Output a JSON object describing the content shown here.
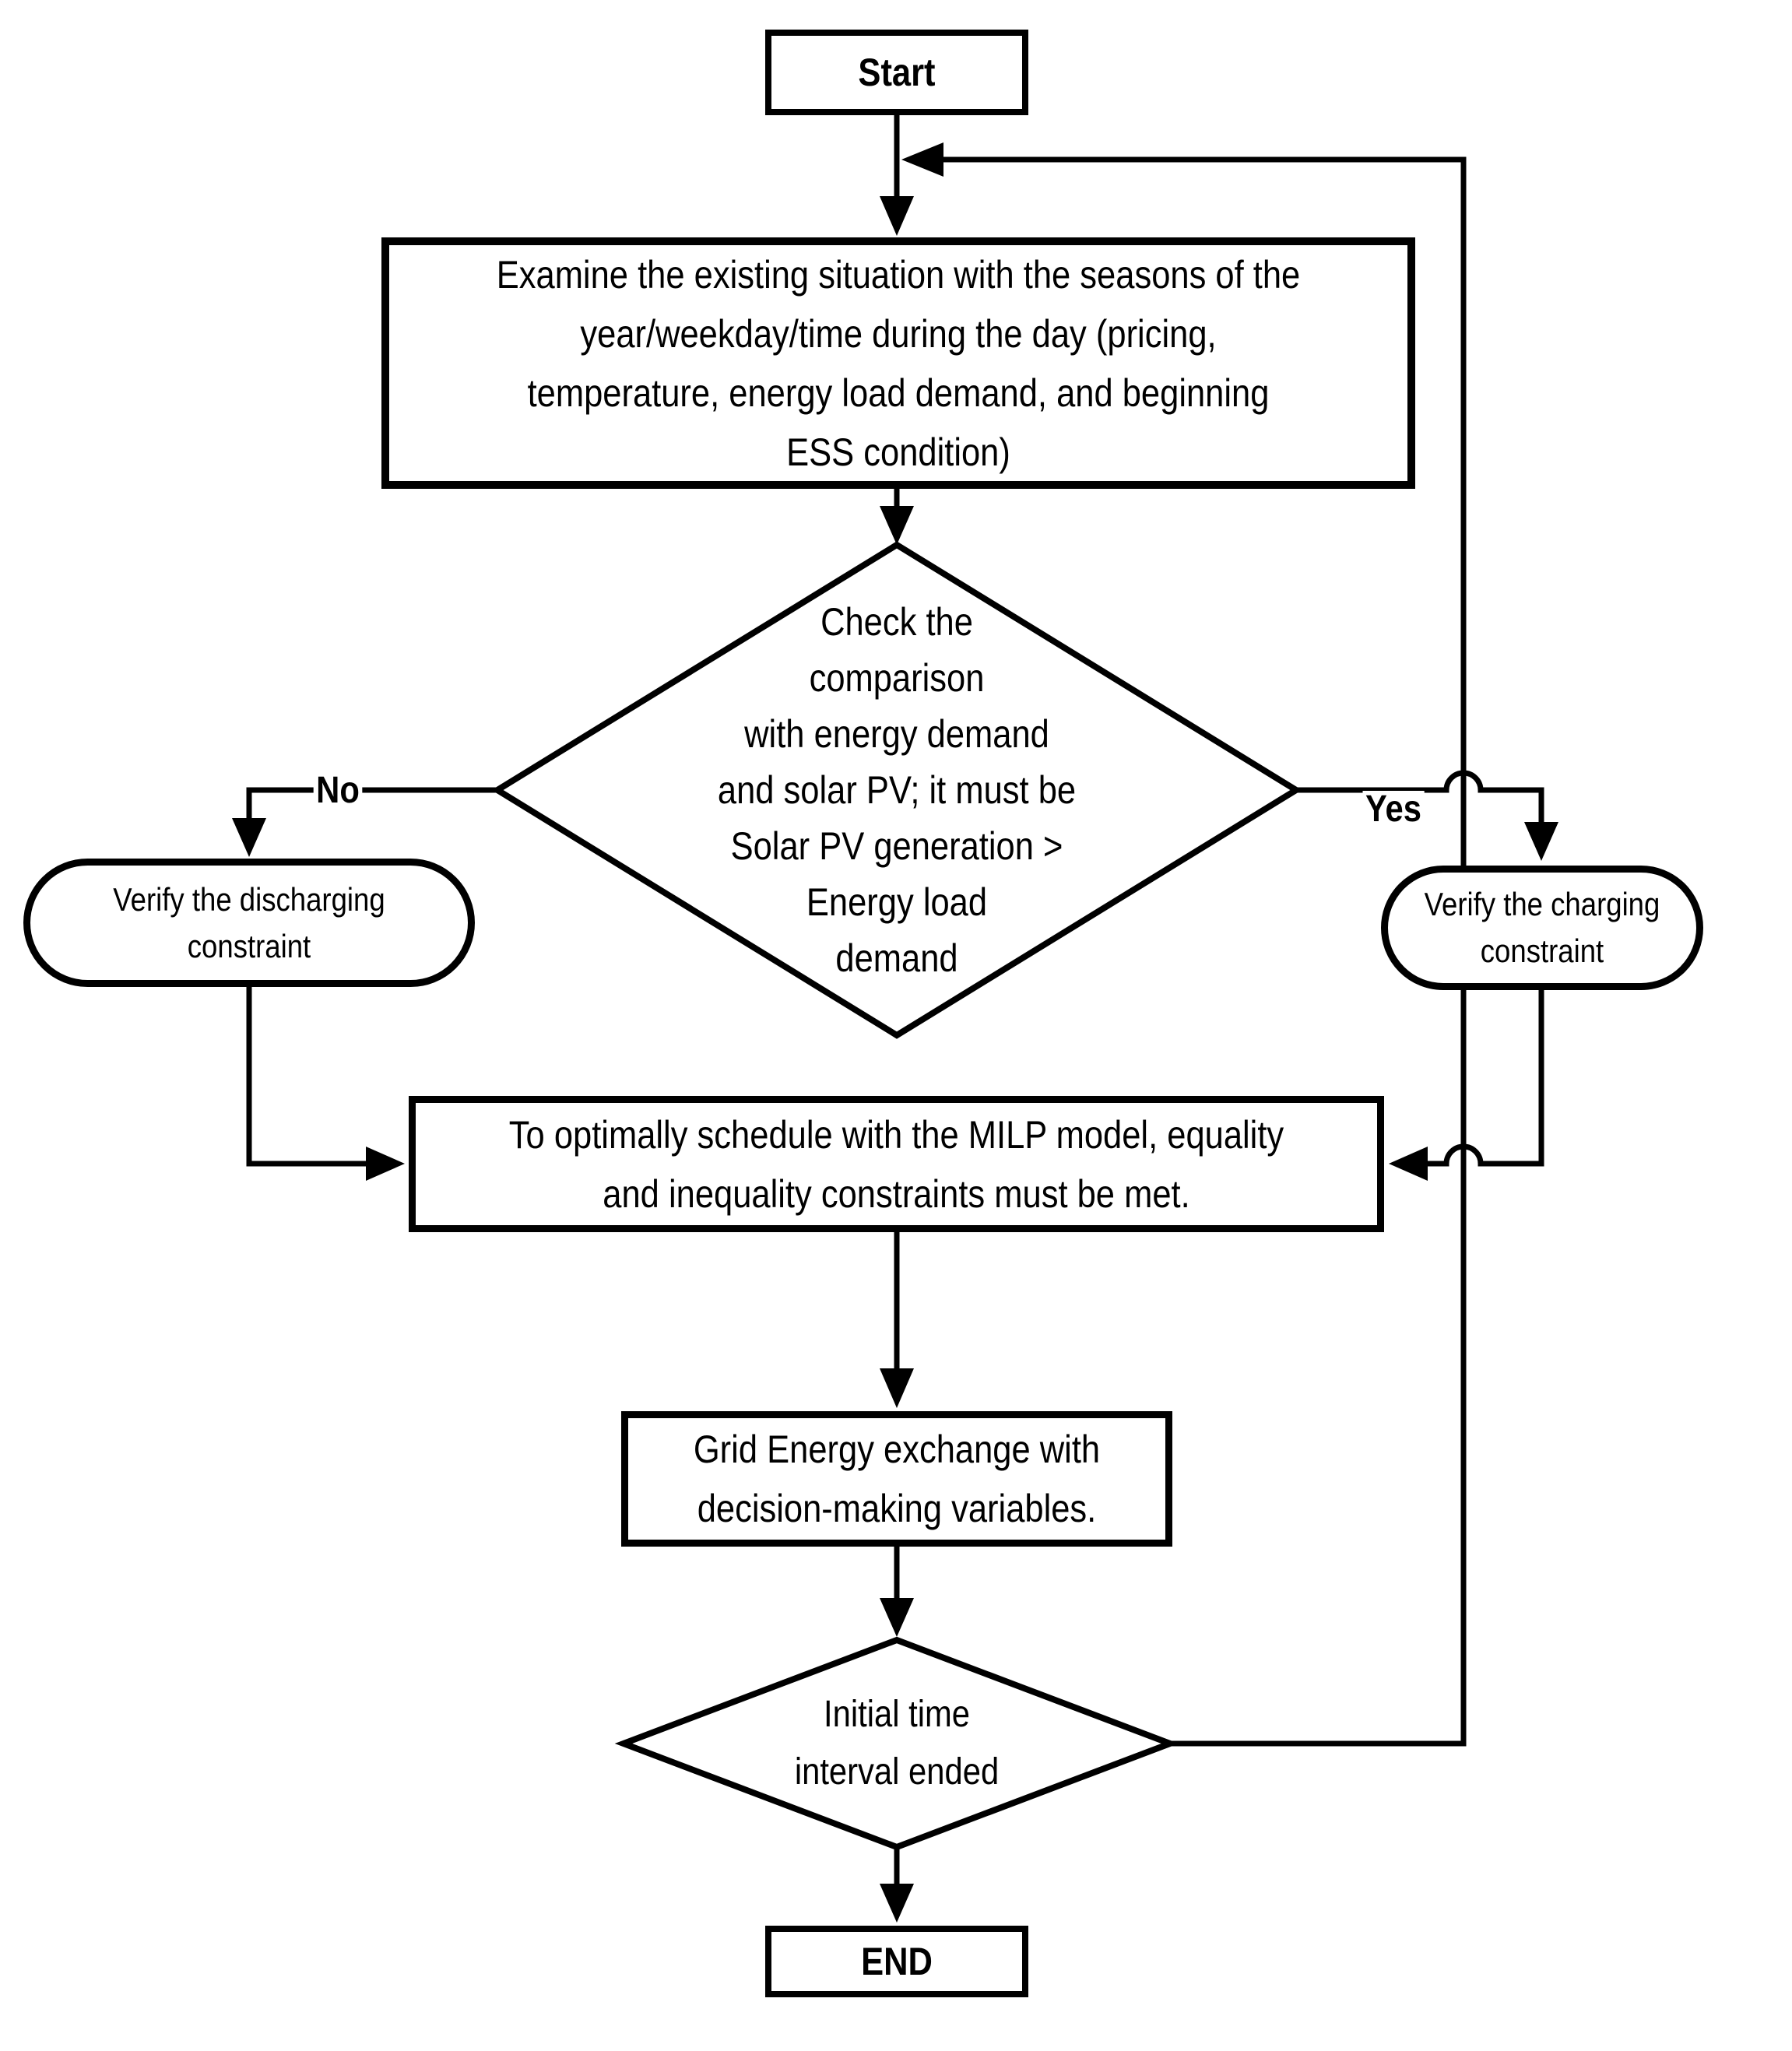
{
  "colors": {
    "stroke": "#000000",
    "background": "#ffffff"
  },
  "nodes": {
    "start": {
      "label": "Start"
    },
    "examine": {
      "lines": [
        "Examine the existing situation with the seasons of the",
        "year/weekday/time during the day (pricing,",
        "temperature, energy load demand, and beginning",
        "ESS condition)"
      ]
    },
    "decision_pv": {
      "lines": [
        "Check the",
        "comparison",
        "with energy demand",
        "and solar PV; it must be",
        "Solar PV generation >",
        "Energy load",
        "demand"
      ]
    },
    "discharging": {
      "lines": [
        "Verify the discharging",
        "constraint"
      ]
    },
    "charging": {
      "lines": [
        "Verify the charging",
        "constraint"
      ]
    },
    "milp": {
      "lines": [
        "To optimally schedule with the MILP model, equality",
        "and inequality constraints must be met."
      ]
    },
    "grid": {
      "lines": [
        "Grid Energy exchange with",
        "decision-making variables."
      ]
    },
    "decision_time": {
      "lines": [
        "Initial time",
        "interval ended"
      ]
    },
    "end": {
      "label": "END"
    }
  },
  "edge_labels": {
    "no": "No",
    "yes": "Yes"
  }
}
